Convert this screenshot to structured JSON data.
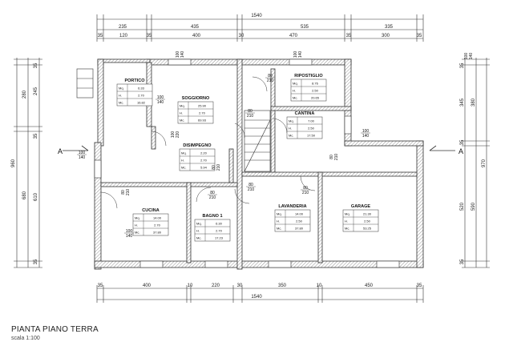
{
  "dims_top_total": "1540",
  "dims_top_row1": [
    "235",
    "435",
    "535",
    "335"
  ],
  "dims_top_row2": [
    "35",
    "120",
    "35",
    "400",
    "30",
    "470",
    "35",
    "300",
    "35"
  ],
  "dims_bottom_row1": [
    "35",
    "400",
    "10",
    "220",
    "30",
    "350",
    "10",
    "450",
    "35"
  ],
  "dims_bottom_total": "1540",
  "dims_left_outer": "960",
  "dims_left_mid": [
    "280",
    "680"
  ],
  "dims_left_inner": [
    "35",
    "245",
    "35",
    "610",
    "35"
  ],
  "dims_right_outer": "970",
  "dims_right_mid": [
    "380",
    "590"
  ],
  "dims_right_inner": [
    "35",
    "345",
    "35",
    "520",
    "35"
  ],
  "section_marks": [
    "A",
    "A"
  ],
  "rooms": [
    {
      "name": "PORTICO",
      "rows": [
        [
          "Mq.",
          "6.33"
        ],
        [
          "H.",
          "2.70"
        ],
        [
          "Mc.",
          "16.82"
        ]
      ]
    },
    {
      "name": "SOGGIORNO",
      "rows": [
        [
          "Mq.",
          "25.90"
        ],
        [
          "H.",
          "2.70"
        ],
        [
          "Mc.",
          "69.93"
        ]
      ]
    },
    {
      "name": "RIPOSTIGLIO",
      "rows": [
        [
          "Mq.",
          "8.76"
        ],
        [
          "H.",
          "2.50"
        ],
        [
          "Mc.",
          "20.65"
        ]
      ]
    },
    {
      "name": "CANTINA",
      "rows": [
        [
          "Mq.",
          "7.00"
        ],
        [
          "H.",
          "2.50"
        ],
        [
          "Mc.",
          "17.50"
        ]
      ]
    },
    {
      "name": "DISIMPEGNO",
      "rows": [
        [
          "Mq.",
          "2.20"
        ],
        [
          "H.",
          "2.70"
        ],
        [
          "Mc.",
          "5.94"
        ]
      ]
    },
    {
      "name": "CUCINA",
      "rows": [
        [
          "Mq.",
          "14.00"
        ],
        [
          "H.",
          "2.70"
        ],
        [
          "Mc.",
          "37.80"
        ]
      ]
    },
    {
      "name": "BAGNO 1",
      "rows": [
        [
          "Mq.",
          "6.30"
        ],
        [
          "H.",
          "2.70"
        ],
        [
          "Mc.",
          "17.23"
        ]
      ]
    },
    {
      "name": "LAVANDERIA",
      "rows": [
        [
          "Mq.",
          "14.00"
        ],
        [
          "H.",
          "2.50"
        ],
        [
          "Mc.",
          "37.80"
        ]
      ]
    },
    {
      "name": "GARAGE",
      "rows": [
        [
          "Mq.",
          "21.30"
        ],
        [
          "H.",
          "2.50"
        ],
        [
          "Mc.",
          "53.25"
        ]
      ]
    }
  ],
  "opening_labels": [
    {
      "w": "100",
      "h": "140"
    },
    {
      "w": "100",
      "h": "140"
    },
    {
      "w": "100",
      "h": "140"
    },
    {
      "w": "100",
      "h": "140"
    },
    {
      "w": "100",
      "h": "140"
    },
    {
      "w": "100",
      "h": "140"
    },
    {
      "w": "100",
      "h": "140"
    },
    {
      "w": "80",
      "h": "210"
    },
    {
      "w": "80",
      "h": "210"
    },
    {
      "w": "80",
      "h": "210"
    },
    {
      "w": "80",
      "h": "210"
    },
    {
      "w": "80",
      "h": "210"
    },
    {
      "w": "80",
      "h": "210"
    },
    {
      "w": "80",
      "h": "210"
    },
    {
      "w": "80",
      "h": "210"
    },
    {
      "w": "100",
      "h": "220"
    }
  ],
  "caption_title": "PIANTA PIANO TERRA",
  "caption_scale": "scala 1:100"
}
